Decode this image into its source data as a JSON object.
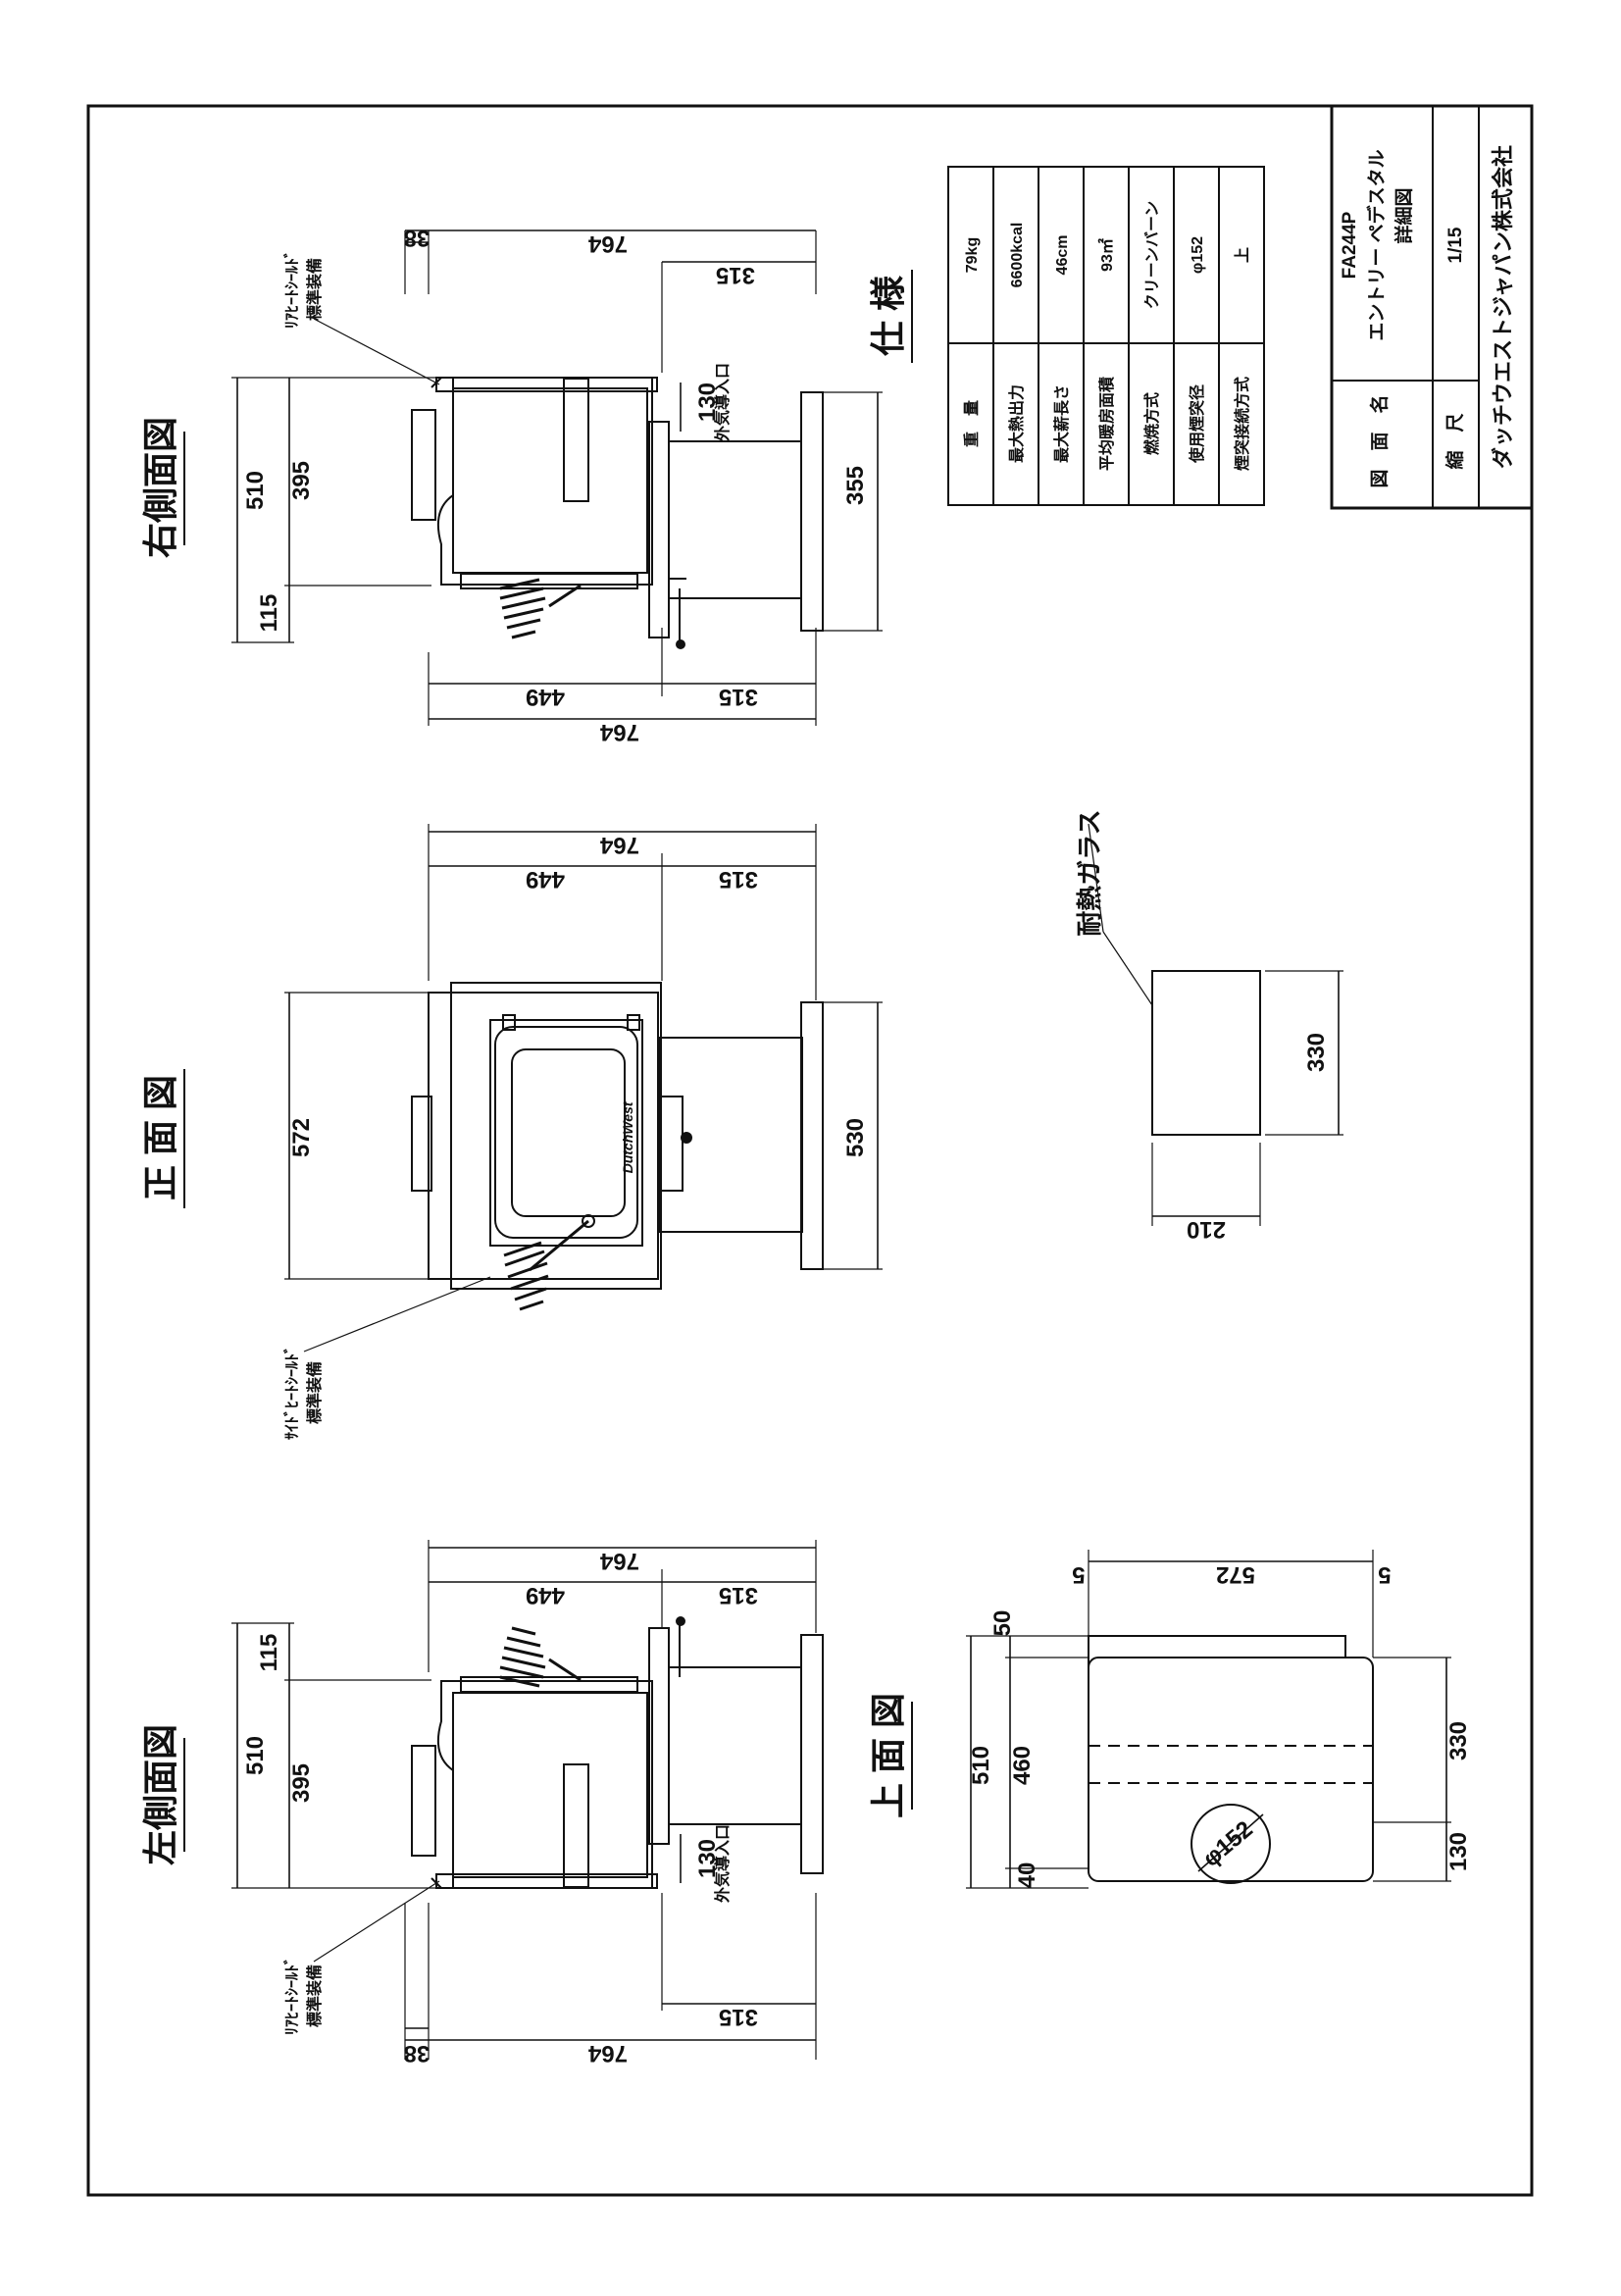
{
  "views": {
    "left_side": {
      "title": "左側面図"
    },
    "front": {
      "title": "正 面 図"
    },
    "right_side": {
      "title": "右側面図"
    },
    "top": {
      "title": "上 面 図"
    },
    "specs": {
      "title": "仕 様"
    }
  },
  "labels": {
    "rear_shield_1": "ﾘｱﾋｰﾄｼｰﾙﾄﾞ",
    "standard_equip": "標準装備",
    "side_shield_1": "ｻｲﾄﾞﾋｰﾄｼｰﾙﾄﾞ",
    "outside_air": "外気導入口",
    "glass": "耐熱ガラス",
    "brand": "DutchWest",
    "flue": "φ152"
  },
  "dims": {
    "d764": "764",
    "d315": "315",
    "d449": "449",
    "d38": "38",
    "d510": "510",
    "d395": "395",
    "d115": "115",
    "d130": "130",
    "d572": "572",
    "d530": "530",
    "d355": "355",
    "d330": "330",
    "d210": "210",
    "d460": "460",
    "d50": "50",
    "d40": "40",
    "d5": "5"
  },
  "specs": {
    "rows": [
      {
        "label": "重　量",
        "value": "79kg"
      },
      {
        "label": "最大熱出力",
        "value": "6600kcal"
      },
      {
        "label": "最大薪長さ",
        "value": "46cm"
      },
      {
        "label": "平均暖房面積",
        "value": "93㎡"
      },
      {
        "label": "燃焼方式",
        "value": "クリーンバーン"
      },
      {
        "label": "使用煙突径",
        "value": "φ152"
      },
      {
        "label": "煙突接続方式",
        "value": "上"
      }
    ]
  },
  "title_block": {
    "drawing_name_label": "図　面　名",
    "model": "FA244P",
    "name_line": "エントリー ペデスタル",
    "detail": "詳細図",
    "scale_label": "縮　尺",
    "scale": "1/15",
    "company": "ダッチウエストジャパン株式会社"
  }
}
